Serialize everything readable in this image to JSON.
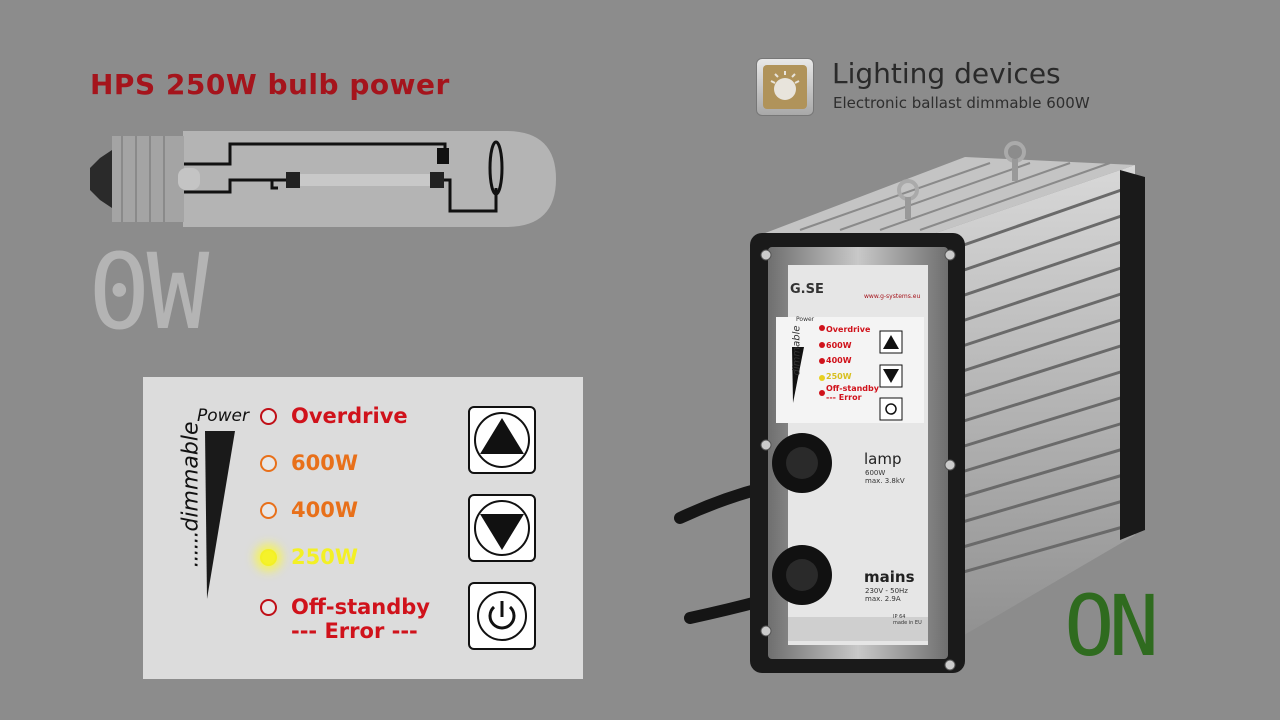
{
  "bulb": {
    "title": "HPS 250W bulb power",
    "current_watts": "0W"
  },
  "panel": {
    "power_label": "Power",
    "dimmable_label": "dimmable",
    "options": [
      {
        "label": "Overdrive",
        "color": "#d0121b",
        "active": false
      },
      {
        "label": "600W",
        "color": "#e8701a",
        "active": false
      },
      {
        "label": "400W",
        "color": "#e8701a",
        "active": false
      },
      {
        "label": "250W",
        "color": "#f3f025",
        "active": true
      },
      {
        "label": "Off-standby",
        "sub_label": "--- Error ---",
        "color": "#d0121b",
        "active": false
      }
    ],
    "buttons": [
      "up-arrow-icon",
      "down-arrow-icon",
      "power-icon"
    ]
  },
  "brand": {
    "title": "Lighting devices",
    "subtitle": "Electronic ballast dimmable 600W",
    "icon": "sun-icon"
  },
  "device": {
    "logo": "G.SE",
    "url": "www.g-systems.eu",
    "lamp_label": "lamp",
    "lamp_spec_1": "600W",
    "lamp_spec_2": "max. 3.8kV",
    "mains_label": "mains",
    "mains_spec_1": "230V - 50Hz",
    "mains_spec_2": "max. 2.9A",
    "ip_rating": "IP 64",
    "made_in": "made in EU",
    "mini_options": [
      "Overdrive",
      "600W",
      "400W",
      "250W",
      "Off-standby",
      "--- Error"
    ],
    "mini_power": "Power",
    "mini_dimmable": "dimmable"
  },
  "status": {
    "state": "ON",
    "color": "#2f6b1f"
  }
}
